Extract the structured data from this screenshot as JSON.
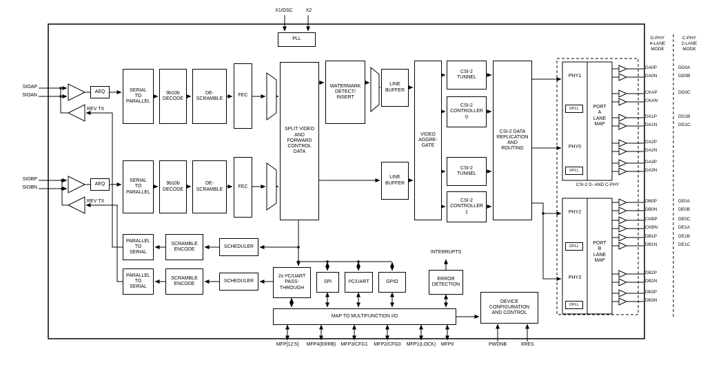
{
  "diagram": {
    "top_pins": {
      "x1_osc": "X1/OSC",
      "x2": "X2"
    },
    "left_pins": {
      "sioap": "SIOAP",
      "sioan": "SIOAN",
      "siobp": "SIOBP",
      "siobn": "SIOBN"
    },
    "labels": {
      "rev_tx": "REV TX",
      "interrupts": "INTERRUPTS",
      "csi2_phy_section": "CSI-2 D- AND C-PHY",
      "dphy_mode": "D-PHY\n4-LANE\nMODE",
      "cphy_mode": "C-PHY\n2-LANE\nMODE"
    },
    "blocks": {
      "pll": "PLL",
      "aeq": "AEQ",
      "serial_to_parallel": "SERIAL\nTO\nPARALLEL",
      "decode_9b10b": "9b10b\nDECODE",
      "descramble": "DE-\nSCRAMBLE",
      "fec": "FEC",
      "split_video": "SPLIT VIDEO\nAND\nFORWARD\nCONTROL\nDATA",
      "watermark": "WATERMARK\nDETECT/\nINSERT",
      "line_buffer": "LINE\nBUFFER",
      "video_aggregate": "VIDEO\nAGGRE-\nGATE",
      "csi2_tunnel": "CSI-2\nTUNNEL",
      "csi2_controller_0": "CSI-2\nCONTROLLER\n0",
      "csi2_controller_1": "CSI-2\nCONTROLLER\n1",
      "csi2_replication": "CSI-2 DATA\nREPLICATION\nAND\nROUTING",
      "parallel_to_serial": "PARALLEL\nTO\nSERIAL",
      "scramble_encode": "SCRAMBLE\nENCODE",
      "scheduler": "SCHEDULER",
      "i2c_uart_pass": "2x I²C/UART\nPASS-\nTHROUGH",
      "spi": "SPI",
      "i2c_uart": "I²C/UART",
      "gpio": "GPIO",
      "error_detection": "ERROR\nDETECTION",
      "map_mfio": "MAP TO MULTIFUNCTION I/O",
      "device_config": "DEVICE\nCONFIGURATION\nAND CONTROL",
      "phy1": "PHY1",
      "phy0": "PHY0",
      "phy2": "PHY2",
      "phy3": "PHY3",
      "dpll": "DPLL",
      "port_a_lane_map": "PORT\nA\nLANE\nMAP",
      "port_b_lane_map": "PORT\nB\nLANE\nMAP"
    },
    "bottom_pins": {
      "mfp": [
        "MFP[12:5]",
        "MFP4(ERRB)",
        "MFP3/CFG1",
        "MFP2/CFG0",
        "MFP1(LOCK)",
        "MFP0"
      ],
      "pwdnb": "PWDNB",
      "xres": "XRES"
    },
    "right_pins": {
      "port_a_group1": [
        {
          "dphy": "DA0P",
          "cphy": "DD0A"
        },
        {
          "dphy": "DA0N",
          "cphy": "DD0B"
        },
        {
          "dphy": "CKAP",
          "cphy": "DD0C"
        },
        {
          "dphy": "CKAN",
          "cphy": ""
        },
        {
          "dphy": "DA1P",
          "cphy": "DD1B"
        },
        {
          "dphy": "DA1N",
          "cphy": "DD1C"
        }
      ],
      "port_a_group2": [
        "DA2P",
        "DA2N",
        "DA3P",
        "DA3N"
      ],
      "port_b_group1": [
        {
          "dphy": "DB0P",
          "cphy": "DE0A"
        },
        {
          "dphy": "DB0N",
          "cphy": "DE0B"
        },
        {
          "dphy": "CKBP",
          "cphy": "DE0C"
        },
        {
          "dphy": "CKBN",
          "cphy": "DE1A"
        },
        {
          "dphy": "DB1P",
          "cphy": "DE1B"
        },
        {
          "dphy": "DB1N",
          "cphy": "DE1C"
        }
      ],
      "port_b_group2": [
        "DB2P",
        "DB2N",
        "DB3P",
        "DB3N"
      ]
    }
  }
}
